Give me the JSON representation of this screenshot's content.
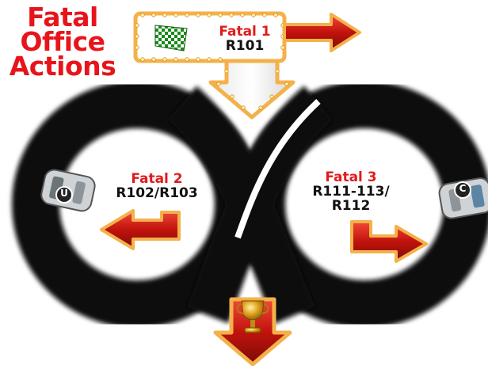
{
  "title": [
    "Fatal",
    "Office",
    "Actions"
  ],
  "stages": [
    {
      "heading": "Fatal 1",
      "codes": [
        "R101"
      ]
    },
    {
      "heading": "Fatal 2",
      "codes": [
        "R102/R103"
      ]
    },
    {
      "heading": "Fatal 3",
      "codes": [
        "R111-113/",
        "R112"
      ]
    }
  ],
  "cars": [
    {
      "badge": "U"
    },
    {
      "badge": "C"
    }
  ],
  "icons": [
    "checkered-flag-icon",
    "trophy-cup-icon",
    "race-car-icon"
  ],
  "colors": {
    "title": "#e8141b",
    "heading": "#e01b1b",
    "track": "#0d0d0d",
    "arrow_fill": "#d81d14",
    "marquee_frame": "#f4b14a",
    "marquee_bulb": "#fff3b0"
  }
}
